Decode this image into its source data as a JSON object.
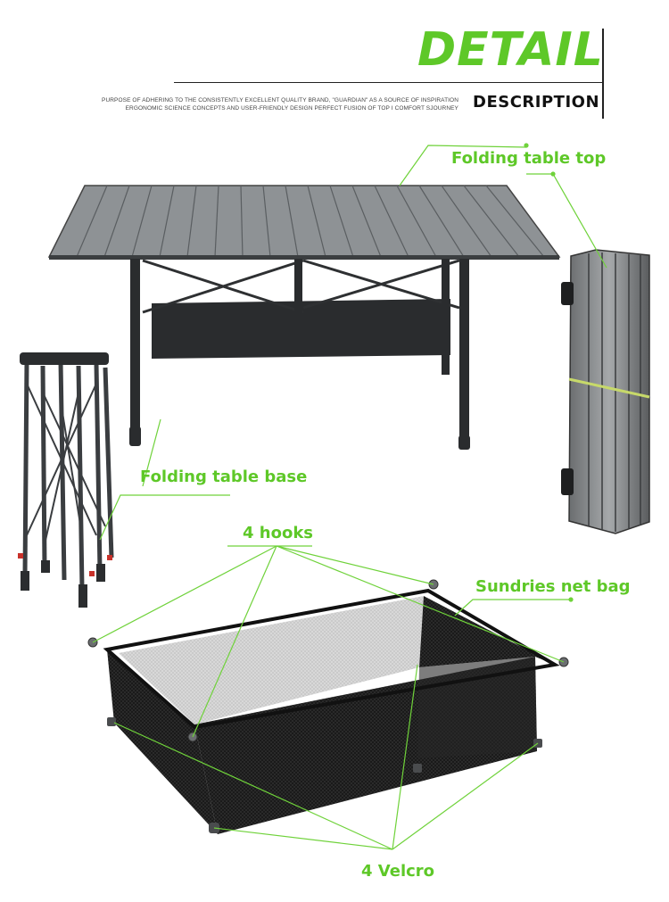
{
  "header": {
    "title": "DETAIL",
    "subtitle": "DESCRIPTION",
    "tagline_line1": "PURPOSE OF ADHERING TO THE CONSISTENTLY EXCELLENT QUALITY BRAND, \"GUARDIAN\" AS A SOURCE OF INSPIRATION",
    "tagline_line2": "ERGONOMIC SCIENCE CONCEPTS AND USER-FRIENDLY DESIGN PERFECT FUSION OF TOP I COMFORT SJOURNEY"
  },
  "labels": {
    "table_top": "Folding table top",
    "table_base": "Folding table base",
    "hooks": "4 hooks",
    "net_bag": "Sundries net bag",
    "velcro": "4 Velcro"
  },
  "colors": {
    "accent": "#5ec828",
    "callout": "#6fd23a"
  }
}
